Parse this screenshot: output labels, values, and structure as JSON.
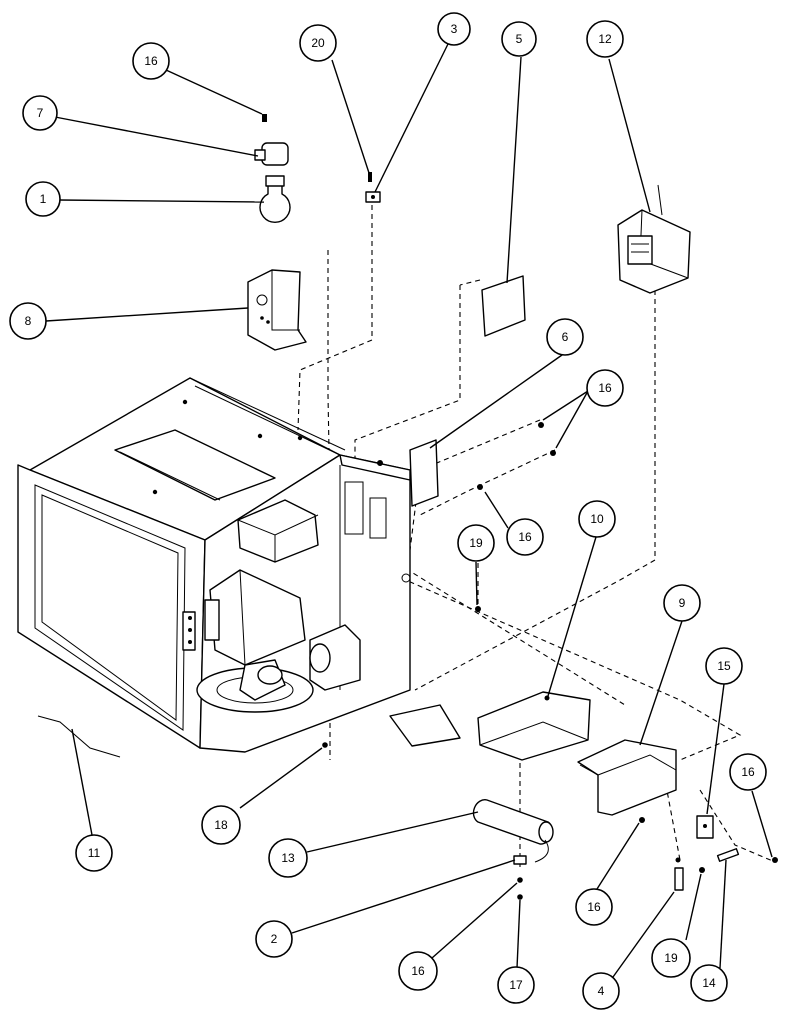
{
  "diagram": {
    "callouts": [
      {
        "id": "c-16-top",
        "label": "16"
      },
      {
        "id": "c-20",
        "label": "20"
      },
      {
        "id": "c-3",
        "label": "3"
      },
      {
        "id": "c-5",
        "label": "5"
      },
      {
        "id": "c-12",
        "label": "12"
      },
      {
        "id": "c-7",
        "label": "7"
      },
      {
        "id": "c-1",
        "label": "1"
      },
      {
        "id": "c-8",
        "label": "8"
      },
      {
        "id": "c-6",
        "label": "6"
      },
      {
        "id": "c-16-right",
        "label": "16"
      },
      {
        "id": "c-16-mid",
        "label": "16"
      },
      {
        "id": "c-19-mid",
        "label": "19"
      },
      {
        "id": "c-10",
        "label": "10"
      },
      {
        "id": "c-9",
        "label": "9"
      },
      {
        "id": "c-15",
        "label": "15"
      },
      {
        "id": "c-16-far",
        "label": "16"
      },
      {
        "id": "c-11",
        "label": "11"
      },
      {
        "id": "c-18",
        "label": "18"
      },
      {
        "id": "c-13",
        "label": "13"
      },
      {
        "id": "c-2",
        "label": "2"
      },
      {
        "id": "c-16-bottom",
        "label": "16"
      },
      {
        "id": "c-17",
        "label": "17"
      },
      {
        "id": "c-16-lower",
        "label": "16"
      },
      {
        "id": "c-4",
        "label": "4"
      },
      {
        "id": "c-19-bottom",
        "label": "19"
      },
      {
        "id": "c-14",
        "label": "14"
      }
    ]
  }
}
